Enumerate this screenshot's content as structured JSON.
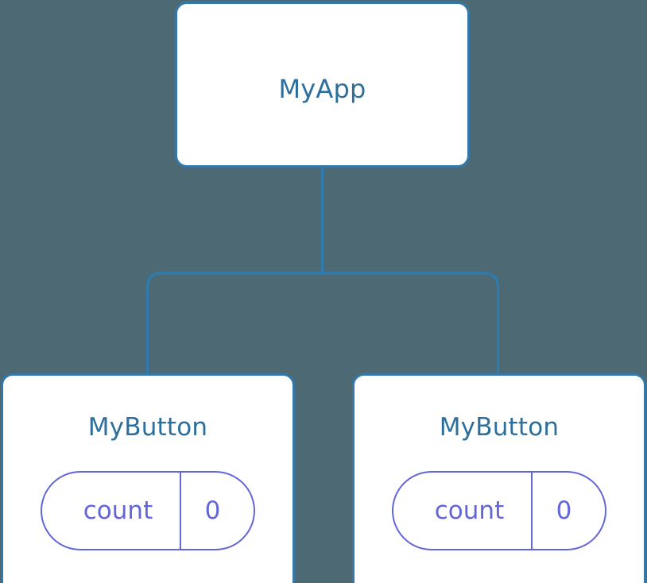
{
  "diagram": {
    "title": "component-tree",
    "background_color": "#4d6a74",
    "node_fill_color": "#ffffff",
    "node_border_color": "#3378a8",
    "node_label_color": "#2d6f9c",
    "connector_color": "#2d7cb0",
    "state_accent_color": "#6366d8"
  },
  "root": {
    "label": "MyApp"
  },
  "children": [
    {
      "label": "MyButton",
      "state": {
        "key": "count",
        "value": "0"
      }
    },
    {
      "label": "MyButton",
      "state": {
        "key": "count",
        "value": "0"
      }
    }
  ]
}
